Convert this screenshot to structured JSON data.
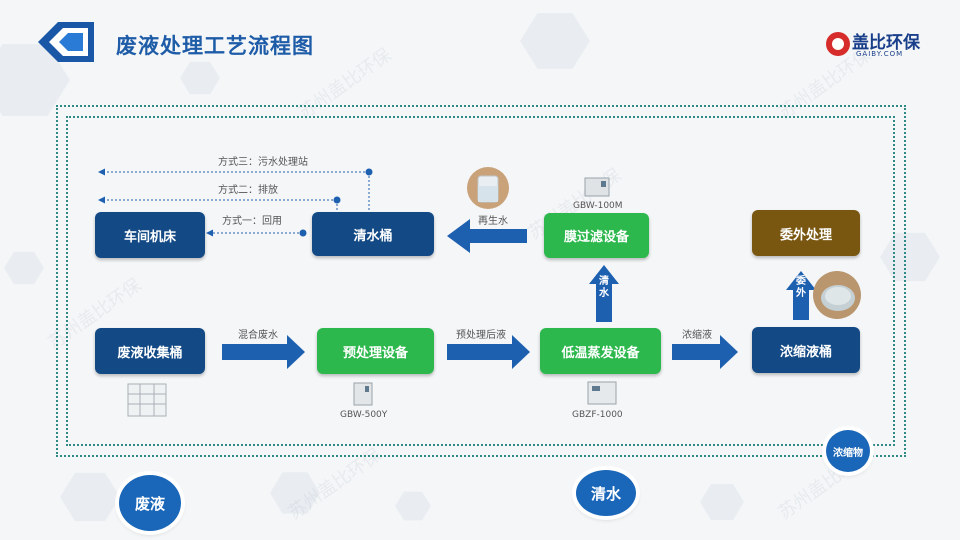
{
  "header": {
    "title": "废液处理工艺流程图",
    "brand_cn": "盖比环保",
    "brand_en": "GAIBY.COM"
  },
  "boxes": {
    "workshop": "车间机床",
    "clear_tank": "清水桶",
    "membrane": "膜过滤设备",
    "outsource": "委外处理",
    "collect": "废液收集桶",
    "pretreat": "预处理设备",
    "evaporator": "低温蒸发设备",
    "concentrate": "浓缩液桶"
  },
  "labels": {
    "method3": "方式三：污水处理站",
    "method2": "方式二：排放",
    "method1": "方式一：回用",
    "recycled_water": "再生水",
    "mixed_waste": "混合废水",
    "pretreated": "预处理后液",
    "concentrate_liquid": "浓缩液",
    "clear_water_v": "清水",
    "outsource_v": "委外"
  },
  "models": {
    "membrane": "GBW-100M",
    "pretreat": "GBW-500Y",
    "evaporator": "GBZF-1000"
  },
  "circles": {
    "waste": "废液",
    "water": "清水",
    "concentrate": "浓缩物"
  },
  "watermark": "苏州盖比环保",
  "colors": {
    "navy": "#134a85",
    "green": "#2db84d",
    "olive": "#7a5710",
    "arrow": "#1e60b0",
    "title": "#1e5ca8"
  }
}
